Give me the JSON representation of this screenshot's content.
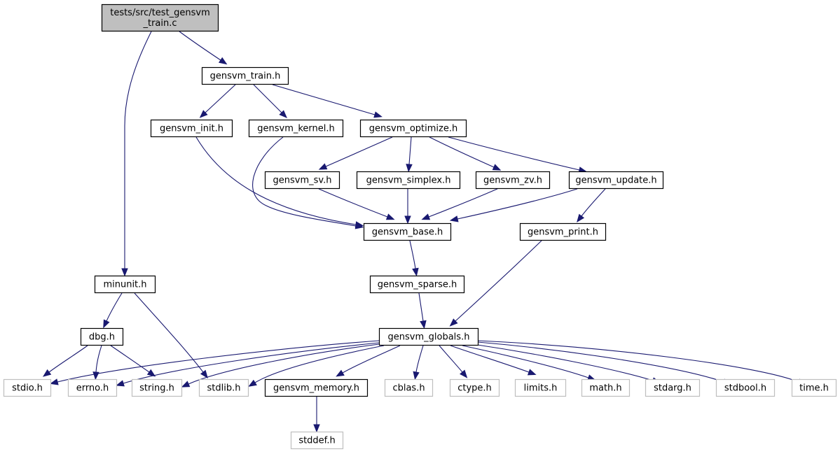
{
  "diagram": {
    "colors": {
      "edge": "#191970",
      "focus_fill": "#bfbfbf",
      "node_border": "#000000",
      "external_border": "#bfbfbf",
      "background": "#ffffff"
    },
    "nodes": [
      {
        "id": "root",
        "lines": [
          "tests/src/test_gensvm",
          "_train.c"
        ],
        "kind": "focus"
      },
      {
        "id": "train",
        "lines": [
          "gensvm_train.h"
        ],
        "kind": "project"
      },
      {
        "id": "init",
        "lines": [
          "gensvm_init.h"
        ],
        "kind": "project"
      },
      {
        "id": "kernel",
        "lines": [
          "gensvm_kernel.h"
        ],
        "kind": "project"
      },
      {
        "id": "optimize",
        "lines": [
          "gensvm_optimize.h"
        ],
        "kind": "project"
      },
      {
        "id": "sv",
        "lines": [
          "gensvm_sv.h"
        ],
        "kind": "project"
      },
      {
        "id": "simplex",
        "lines": [
          "gensvm_simplex.h"
        ],
        "kind": "project"
      },
      {
        "id": "zv",
        "lines": [
          "gensvm_zv.h"
        ],
        "kind": "project"
      },
      {
        "id": "update",
        "lines": [
          "gensvm_update.h"
        ],
        "kind": "project"
      },
      {
        "id": "base",
        "lines": [
          "gensvm_base.h"
        ],
        "kind": "project"
      },
      {
        "id": "print",
        "lines": [
          "gensvm_print.h"
        ],
        "kind": "project"
      },
      {
        "id": "minunit",
        "lines": [
          "minunit.h"
        ],
        "kind": "project"
      },
      {
        "id": "sparse",
        "lines": [
          "gensvm_sparse.h"
        ],
        "kind": "project"
      },
      {
        "id": "dbg",
        "lines": [
          "dbg.h"
        ],
        "kind": "project"
      },
      {
        "id": "globals",
        "lines": [
          "gensvm_globals.h"
        ],
        "kind": "project"
      },
      {
        "id": "stdio",
        "lines": [
          "stdio.h"
        ],
        "kind": "external"
      },
      {
        "id": "errno",
        "lines": [
          "errno.h"
        ],
        "kind": "external"
      },
      {
        "id": "string",
        "lines": [
          "string.h"
        ],
        "kind": "external"
      },
      {
        "id": "stdlib",
        "lines": [
          "stdlib.h"
        ],
        "kind": "external"
      },
      {
        "id": "memory",
        "lines": [
          "gensvm_memory.h"
        ],
        "kind": "project"
      },
      {
        "id": "cblas",
        "lines": [
          "cblas.h"
        ],
        "kind": "external"
      },
      {
        "id": "ctype",
        "lines": [
          "ctype.h"
        ],
        "kind": "external"
      },
      {
        "id": "limits",
        "lines": [
          "limits.h"
        ],
        "kind": "external"
      },
      {
        "id": "math",
        "lines": [
          "math.h"
        ],
        "kind": "external"
      },
      {
        "id": "stdarg",
        "lines": [
          "stdarg.h"
        ],
        "kind": "external"
      },
      {
        "id": "stdbool",
        "lines": [
          "stdbool.h"
        ],
        "kind": "external"
      },
      {
        "id": "time",
        "lines": [
          "time.h"
        ],
        "kind": "external"
      },
      {
        "id": "stddef",
        "lines": [
          "stddef.h"
        ],
        "kind": "external"
      }
    ],
    "edges": [
      [
        "root",
        "train"
      ],
      [
        "root",
        "minunit"
      ],
      [
        "train",
        "init"
      ],
      [
        "train",
        "kernel"
      ],
      [
        "train",
        "optimize"
      ],
      [
        "init",
        "base"
      ],
      [
        "kernel",
        "base"
      ],
      [
        "optimize",
        "sv"
      ],
      [
        "optimize",
        "simplex"
      ],
      [
        "optimize",
        "zv"
      ],
      [
        "optimize",
        "update"
      ],
      [
        "sv",
        "base"
      ],
      [
        "simplex",
        "base"
      ],
      [
        "zv",
        "base"
      ],
      [
        "update",
        "base"
      ],
      [
        "update",
        "print"
      ],
      [
        "base",
        "sparse"
      ],
      [
        "sparse",
        "globals"
      ],
      [
        "print",
        "globals"
      ],
      [
        "minunit",
        "dbg"
      ],
      [
        "minunit",
        "stdlib"
      ],
      [
        "dbg",
        "stdio"
      ],
      [
        "dbg",
        "errno"
      ],
      [
        "dbg",
        "string"
      ],
      [
        "globals",
        "stdio"
      ],
      [
        "globals",
        "errno"
      ],
      [
        "globals",
        "string"
      ],
      [
        "globals",
        "stdlib"
      ],
      [
        "globals",
        "memory"
      ],
      [
        "globals",
        "cblas"
      ],
      [
        "globals",
        "ctype"
      ],
      [
        "globals",
        "limits"
      ],
      [
        "globals",
        "math"
      ],
      [
        "globals",
        "stdarg"
      ],
      [
        "globals",
        "stdbool"
      ],
      [
        "globals",
        "time"
      ],
      [
        "memory",
        "stddef"
      ]
    ]
  }
}
